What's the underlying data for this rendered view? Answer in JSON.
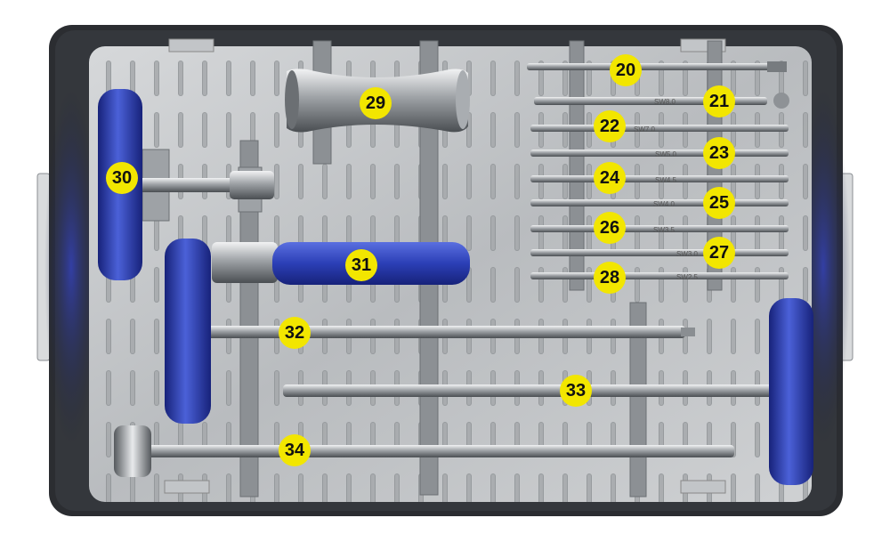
{
  "tray": {
    "frame_color": "#2b2d31",
    "plate_color": "#c9cbcd",
    "handle_blue": "#2b3fb6",
    "label_color": "#f2e600"
  },
  "callouts": [
    "20",
    "21",
    "22",
    "23",
    "24",
    "25",
    "26",
    "27",
    "28",
    "29",
    "30",
    "31",
    "32",
    "33",
    "34"
  ],
  "bit_markings": [
    "SW8.0",
    "SW7.0",
    "SW5.0",
    "SW4.5",
    "SW4.0",
    "SW3.5",
    "SW3.0",
    "SW2.5"
  ]
}
